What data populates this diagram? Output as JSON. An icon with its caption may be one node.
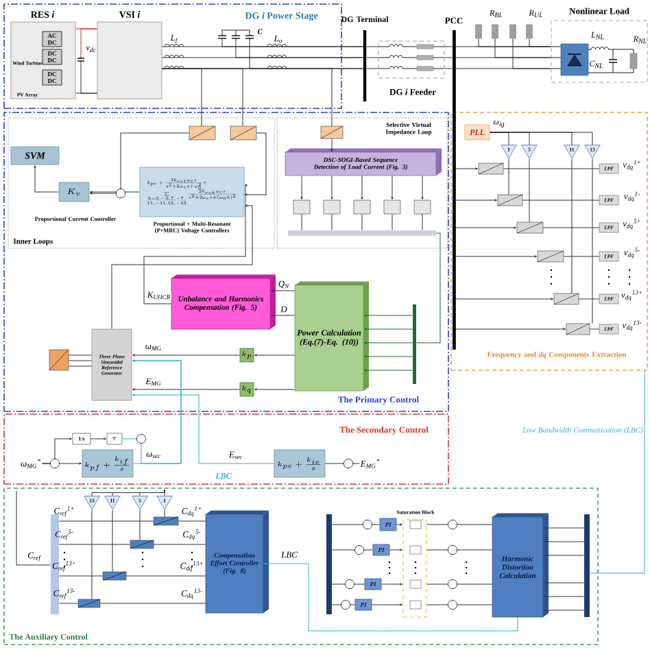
{
  "diagram": {
    "nodes": [
      {
        "text": [
          "DG *i* Power Stage"
        ]
      },
      {
        "text": [
          "RES *i*"
        ],
        "in": 0
      },
      {
        "text": [
          "AC",
          "DC"
        ],
        "in": 1
      },
      {
        "text": [
          "DC",
          "DC"
        ],
        "in": 1
      },
      {
        "text": [
          "DC",
          "DC"
        ],
        "in": 1
      },
      {
        "text": [
          "VSI *i*"
        ],
        "in": 0
      },
      {
        "text": [
          "DG *i* Feeder"
        ]
      },
      {
        "text": [
          "Nonlinear Load"
        ]
      },
      {
        "text": [
          "The Primary Control"
        ]
      },
      {
        "text": [
          "Inner Loops"
        ],
        "in": 8
      },
      {
        "text": [
          "SVM"
        ],
        "in": 9
      },
      {
        "text": [
          "K_v"
        ],
        "beside": [
          "Proportional Current Controller"
        ],
        "in": 9
      },
      {
        "text": [
          "\\begin{array}{l}k_{pv}+\\frac{2k_{rv1}\\omega_c s}{s^2+2\\omega_c s+\\omega_0^2}+\\\\ \\sum\\limits_{\\substack{h=5,-5,7,-7,\\\\11,-11,13,-13}}\\frac{2k_{rvh}\\omega_c s}{s^2+2\\omega_c s+(\\omega_0 h)^2}\\end{array}"
        ],
        "beside": [
          "Proportional + Multi-Resonant (P+MRC) Voltage Controllers"
        ],
        "in": 9
      },
      {
        "text": [
          "Selective Virtual Impedance Loop"
        ],
        "in": 8
      },
      {
        "text": [
          "DSC-SOGI-Based Sequence Detection of Load Current (Fig. 3)"
        ],
        "in": 13
      },
      {
        "text": [
          "Unbalance and Harmonics Compensation (Fig. 5)"
        ],
        "in": 8
      },
      {
        "text": [
          "Three Phase Sinusoidal Reference Generator"
        ],
        "in": 8
      },
      {
        "text": [
          "k_p"
        ],
        "in": 8
      },
      {
        "text": [
          "k_q"
        ],
        "in": 8
      },
      {
        "text": [
          "Power Calculation (Eq.(7)-Eq. (10))"
        ],
        "in": 8
      },
      {
        "text": [
          "Frequency and *dq* Components Extraction"
        ]
      },
      {
        "text": [
          "PLL"
        ],
        "in": 20
      },
      {
        "text": [
          "1"
        ],
        "in": 20
      },
      {
        "text": [
          "5"
        ],
        "in": 20
      },
      {
        "text": [
          "11"
        ],
        "in": 20
      },
      {
        "text": [
          "13"
        ],
        "in": 20
      },
      {
        "text": [
          "LPF"
        ],
        "in": 20
      },
      {
        "text": [
          "LPF"
        ],
        "in": 20
      },
      {
        "text": [
          "LPF"
        ],
        "in": 20
      },
      {
        "text": [
          "LPF"
        ],
        "in": 20
      },
      {
        "text": [
          "LPF"
        ],
        "in": 20
      },
      {
        "text": [
          "LPF"
        ],
        "in": 20
      },
      {
        "text": [
          "The Secondary Control"
        ]
      },
      {
        "text": [
          "1/s"
        ],
        "in": 32
      },
      {
        "text": [
          "\\tau"
        ],
        "in": 32
      },
      {
        "text": [
          "k_{pf}+\\frac{k_{if}}{s}"
        ],
        "in": 32
      },
      {
        "text": [
          "k_{pe}+\\frac{k_{ie}}{s}"
        ],
        "in": 32
      },
      {
        "text": [
          "The Auxiliary Control"
        ]
      },
      {
        "text": [
          "13"
        ],
        "in": 37
      },
      {
        "text": [
          "11"
        ],
        "in": 37
      },
      {
        "text": [
          "5"
        ],
        "in": 37
      },
      {
        "text": [
          "1"
        ],
        "in": 37
      },
      {
        "text": [
          "Compensation Effort Controller (Fig. 8)"
        ],
        "in": 37
      },
      {
        "text": [
          "PI"
        ],
        "in": 37
      },
      {
        "text": [
          "PI"
        ],
        "in": 37
      },
      {
        "text": [
          "PI"
        ],
        "in": 37
      },
      {
        "text": [
          "PI"
        ],
        "in": 37
      },
      {
        "text": [
          "Saturation Block"
        ],
        "in": 37
      },
      {
        "text": [
          "Harmonic Distortion Calculation"
        ],
        "in": 37
      },
      {
        "text": [
          "DG Terminal"
        ]
      },
      {
        "text": [
          "PCC"
        ]
      },
      {
        "text": [
          "C"
        ],
        "in": 0
      },
      {
        "text": [
          "R$_{BL}$"
        ]
      },
      {
        "text": [
          "R$_{UL}$"
        ]
      },
      {
        "text": [],
        "shape": "box",
        "in": 9
      },
      {
        "text": [],
        "shape": "box",
        "in": 9
      },
      {
        "text": [],
        "shape": "box",
        "in": 13
      },
      {
        "text": [],
        "shape": "box",
        "in": 13
      },
      {
        "text": [],
        "shape": "box",
        "in": 13
      },
      {
        "text": [],
        "shape": "box",
        "in": 13
      },
      {
        "text": [],
        "shape": "box",
        "in": 13
      },
      {
        "text": [],
        "shape": "box",
        "in": 13
      },
      {
        "text": [],
        "shape": "bar",
        "in": 13
      },
      {
        "text": [],
        "shape": "bar",
        "in": 8
      },
      {
        "text": [],
        "shape": "box",
        "in": 8
      },
      {
        "text": [],
        "shape": "box",
        "in": 20
      },
      {
        "text": [],
        "shape": "box",
        "in": 20
      },
      {
        "text": [],
        "shape": "box",
        "in": 20
      },
      {
        "text": [],
        "shape": "box",
        "in": 20
      },
      {
        "text": [],
        "shape": "box",
        "in": 20
      },
      {
        "text": [],
        "shape": "box",
        "in": 20
      },
      {
        "text": [],
        "shape": "bar",
        "in": 37
      },
      {
        "text": [],
        "shape": "box",
        "in": 37
      },
      {
        "text": [],
        "shape": "box",
        "in": 37
      },
      {
        "text": [],
        "shape": "box",
        "in": 37
      },
      {
        "text": [],
        "shape": "box",
        "in": 37
      },
      {
        "text": [],
        "shape": "bar",
        "in": 37
      },
      {
        "text": [],
        "shape": "bar",
        "in": 37
      },
      {
        "text": [
          "v$_{dc}$"
        ],
        "in": 0
      },
      {
        "text": [
          "ω$_{MG}$$^{*}$"
        ],
        "in": 32
      },
      {
        "text": [
          "E$_{MG}$$^{*}$"
        ],
        "in": 32
      }
    ],
    "edges": [
      {
        "from": 12,
        "to": 11,
        "arrow": "to"
      },
      {
        "from": 11,
        "to": 10,
        "arrow": "to"
      },
      {
        "from": 19,
        "to": 15,
        "arrow": "to",
        "label": "Q$_{N}$"
      },
      {
        "from": 19,
        "to": 15,
        "arrow": "to",
        "label": "D"
      },
      {
        "from": 19,
        "to": 17,
        "arrow": "to"
      },
      {
        "from": 17,
        "to": 16,
        "arrow": "to",
        "label": "ω$_{MG}$"
      },
      {
        "from": 19,
        "to": 18,
        "arrow": "to"
      },
      {
        "from": 18,
        "to": 16,
        "arrow": "to",
        "label": "E$_{MG}$"
      },
      {
        "from": 35,
        "to": 16,
        "arrow": "to",
        "label": "ω$_{sec}$",
        "color": "#29abe2"
      },
      {
        "from": 36,
        "to": 16,
        "arrow": "to",
        "label": "E$_{sec}$",
        "color": "#29abe2"
      },
      {
        "from": 48,
        "to": 42,
        "arrow": "to",
        "label": "LBC",
        "color": "#29abe2"
      },
      {
        "from": 20,
        "to": 77,
        "arrow": "none",
        "color": "#29abe2"
      },
      {
        "from": 21,
        "to": 22,
        "arrow": "none"
      },
      {
        "from": 21,
        "to": 23,
        "arrow": "none"
      },
      {
        "from": 21,
        "to": 24,
        "arrow": "none"
      },
      {
        "from": 21,
        "to": 25,
        "arrow": "none"
      },
      {
        "from": 16,
        "to": 12,
        "arrow": "to"
      },
      {
        "from": 15,
        "to": 12,
        "arrow": "to",
        "label": "K$_{UHCR}$"
      },
      {
        "from": 43,
        "to": 47,
        "arrow": "to"
      },
      {
        "from": 44,
        "to": 47,
        "arrow": "to"
      },
      {
        "from": 45,
        "to": 47,
        "arrow": "to"
      },
      {
        "from": 46,
        "to": 47,
        "arrow": "to"
      },
      {
        "from": 33,
        "to": 34,
        "arrow": "to"
      },
      {
        "from": 5,
        "to": 49,
        "arrow": "none"
      },
      {
        "from": 5,
        "to": 49,
        "arrow": "none"
      },
      {
        "from": 5,
        "to": 49,
        "arrow": "none"
      },
      {
        "from": 49,
        "to": 6,
        "arrow": "none"
      },
      {
        "from": 49,
        "to": 6,
        "arrow": "none"
      },
      {
        "from": 49,
        "to": 6,
        "arrow": "none"
      },
      {
        "from": 6,
        "to": 50,
        "arrow": "none"
      },
      {
        "from": 6,
        "to": 50,
        "arrow": "none"
      },
      {
        "from": 6,
        "to": 50,
        "arrow": "none"
      },
      {
        "from": 50,
        "to": 7,
        "arrow": "none"
      },
      {
        "from": 50,
        "to": 7,
        "arrow": "none"
      },
      {
        "from": 50,
        "to": 7,
        "arrow": "none"
      },
      {
        "from": 51,
        "to": 49,
        "arrow": "none"
      },
      {
        "from": 51,
        "to": 49,
        "arrow": "none"
      },
      {
        "from": 51,
        "to": 49,
        "arrow": "none"
      },
      {
        "from": 52,
        "to": 7,
        "arrow": "none"
      },
      {
        "from": 52,
        "to": 7,
        "arrow": "none"
      },
      {
        "from": 52,
        "to": 7,
        "arrow": "none"
      },
      {
        "from": 53,
        "to": 7,
        "arrow": "none"
      },
      {
        "from": 5,
        "to": 54,
        "arrow": "none"
      },
      {
        "from": 5,
        "to": 55,
        "arrow": "none"
      },
      {
        "from": 5,
        "to": 56,
        "arrow": "none"
      },
      {
        "from": 54,
        "to": 11,
        "arrow": "to"
      },
      {
        "from": 55,
        "to": 12,
        "arrow": "to"
      },
      {
        "from": 56,
        "to": 14,
        "arrow": "to"
      },
      {
        "from": 14,
        "to": 57,
        "arrow": "to"
      },
      {
        "from": 14,
        "to": 58,
        "arrow": "to"
      },
      {
        "from": 14,
        "to": 59,
        "arrow": "to"
      },
      {
        "from": 14,
        "to": 60,
        "arrow": "to"
      },
      {
        "from": 14,
        "to": 61,
        "arrow": "to"
      },
      {
        "from": 57,
        "to": 62,
        "arrow": "none"
      },
      {
        "from": 58,
        "to": 62,
        "arrow": "none"
      },
      {
        "from": 59,
        "to": 62,
        "arrow": "none"
      },
      {
        "from": 60,
        "to": 62,
        "arrow": "none"
      },
      {
        "from": 61,
        "to": 62,
        "arrow": "none"
      },
      {
        "from": 62,
        "to": 63,
        "arrow": "none",
        "color": "#1e6b2e"
      },
      {
        "from": 63,
        "to": 19,
        "arrow": "to",
        "color": "#1e6b2e"
      },
      {
        "from": 63,
        "to": 19,
        "arrow": "to",
        "color": "#1e6b2e"
      },
      {
        "from": 63,
        "to": 19,
        "arrow": "to",
        "color": "#1e6b2e"
      },
      {
        "from": 63,
        "to": 19,
        "arrow": "to",
        "color": "#1e6b2e"
      },
      {
        "from": 63,
        "to": 19,
        "arrow": "to",
        "color": "#1e6b2e"
      },
      {
        "from": 64,
        "to": 16,
        "arrow": "none"
      },
      {
        "from": 64,
        "to": 16,
        "arrow": "none"
      },
      {
        "from": 64,
        "to": 16,
        "arrow": "none"
      },
      {
        "from": 50,
        "to": 65,
        "arrow": "to"
      },
      {
        "from": 50,
        "to": 66,
        "arrow": "to"
      },
      {
        "from": 50,
        "to": 67,
        "arrow": "to"
      },
      {
        "from": 50,
        "to": 68,
        "arrow": "to"
      },
      {
        "from": 50,
        "to": 69,
        "arrow": "to"
      },
      {
        "from": 50,
        "to": 70,
        "arrow": "to"
      },
      {
        "from": 65,
        "to": 26,
        "arrow": "none"
      },
      {
        "from": 66,
        "to": 27,
        "arrow": "none"
      },
      {
        "from": 67,
        "to": 28,
        "arrow": "none"
      },
      {
        "from": 68,
        "to": 29,
        "arrow": "none"
      },
      {
        "from": 69,
        "to": 30,
        "arrow": "none"
      },
      {
        "from": 70,
        "to": 31,
        "arrow": "none"
      },
      {
        "from": 22,
        "to": 66,
        "arrow": "none"
      },
      {
        "from": 23,
        "to": 67,
        "arrow": "none"
      },
      {
        "from": 24,
        "to": 69,
        "arrow": "none"
      },
      {
        "from": 25,
        "to": 70,
        "arrow": "none"
      },
      {
        "from": 71,
        "to": 72,
        "arrow": "none"
      },
      {
        "from": 71,
        "to": 73,
        "arrow": "none"
      },
      {
        "from": 71,
        "to": 74,
        "arrow": "none"
      },
      {
        "from": 71,
        "to": 75,
        "arrow": "none"
      },
      {
        "from": 72,
        "to": 42,
        "arrow": "none"
      },
      {
        "from": 73,
        "to": 42,
        "arrow": "none"
      },
      {
        "from": 74,
        "to": 42,
        "arrow": "none"
      },
      {
        "from": 75,
        "to": 42,
        "arrow": "none"
      },
      {
        "from": 41,
        "to": 72,
        "arrow": "none"
      },
      {
        "from": 40,
        "to": 73,
        "arrow": "none"
      },
      {
        "from": 39,
        "to": 74,
        "arrow": "none"
      },
      {
        "from": 38,
        "to": 75,
        "arrow": "none"
      },
      {
        "from": 76,
        "to": 43,
        "arrow": "none"
      },
      {
        "from": 76,
        "to": 44,
        "arrow": "none"
      },
      {
        "from": 76,
        "to": 45,
        "arrow": "none"
      },
      {
        "from": 76,
        "to": 46,
        "arrow": "none"
      },
      {
        "from": 47,
        "to": 48,
        "arrow": "none"
      },
      {
        "from": 47,
        "to": 48,
        "arrow": "none"
      },
      {
        "from": 47,
        "to": 48,
        "arrow": "none"
      },
      {
        "from": 47,
        "to": 48,
        "arrow": "none"
      },
      {
        "from": 48,
        "to": 77,
        "arrow": "none"
      },
      {
        "from": 48,
        "to": 77,
        "arrow": "none"
      },
      {
        "from": 48,
        "to": 77,
        "arrow": "none"
      },
      {
        "from": 48,
        "to": 77,
        "arrow": "none"
      },
      {
        "from": 48,
        "to": 77,
        "arrow": "none"
      },
      {
        "from": 48,
        "to": 77,
        "arrow": "none"
      },
      {
        "from": null,
        "to": 38,
        "arrow": "none"
      },
      {
        "from": null,
        "to": 39,
        "arrow": "none"
      },
      {
        "from": null,
        "to": 40,
        "arrow": "none"
      },
      {
        "from": null,
        "to": 41,
        "arrow": "none"
      },
      {
        "from": 79,
        "to": 35,
        "arrow": "to"
      },
      {
        "from": 79,
        "to": 33,
        "arrow": "to"
      },
      {
        "from": 34,
        "to": 16,
        "arrow": "to",
        "color": "#29abe2"
      },
      {
        "from": 36,
        "to": 80,
        "arrow": "none"
      },
      {
        "from": null,
        "to": 71,
        "arrow": "none"
      },
      {
        "from": 78,
        "to": 5,
        "arrow": "none",
        "color": "#e02020"
      },
      {
        "from": 78,
        "to": 5,
        "arrow": "none"
      },
      {
        "from": 1,
        "to": 5,
        "arrow": "none",
        "color": "#e02020"
      },
      {
        "from": 1,
        "to": 5,
        "arrow": "none"
      }
    ],
    "labels": [
      "L$_{f}$",
      "L$_{o}$",
      "L$_{NL}$",
      "C$_{NL}$",
      "R$_{NL}$",
      "Wind Turbine",
      "PV Array",
      "ω$_{ig}$",
      "v$_{dq}$$^{1+}$",
      "v$_{dq}$$^{1-}$",
      "v$_{dq}$$^{5+}$",
      "v$_{dq}$$^{5-}$",
      "v$_{dq}$$^{13+}$",
      "v$_{dq}$$^{13-}$",
      "Low Bandwidth Communication (LBC)",
      "LBC",
      "C$_{ref}$",
      "C$_{ref}$$^{1+}$",
      "C$_{ref}$$^{5-}$",
      "C$_{ref}$$^{13+}$",
      "C$_{ref}$$^{13-}$",
      "C$_{dq}$$^{1+}$",
      "C$_{dq}$$^{5-}$",
      "C$_{dq}$$^{13+}$",
      "C$_{dq}$$^{13-}$"
    ]
  }
}
